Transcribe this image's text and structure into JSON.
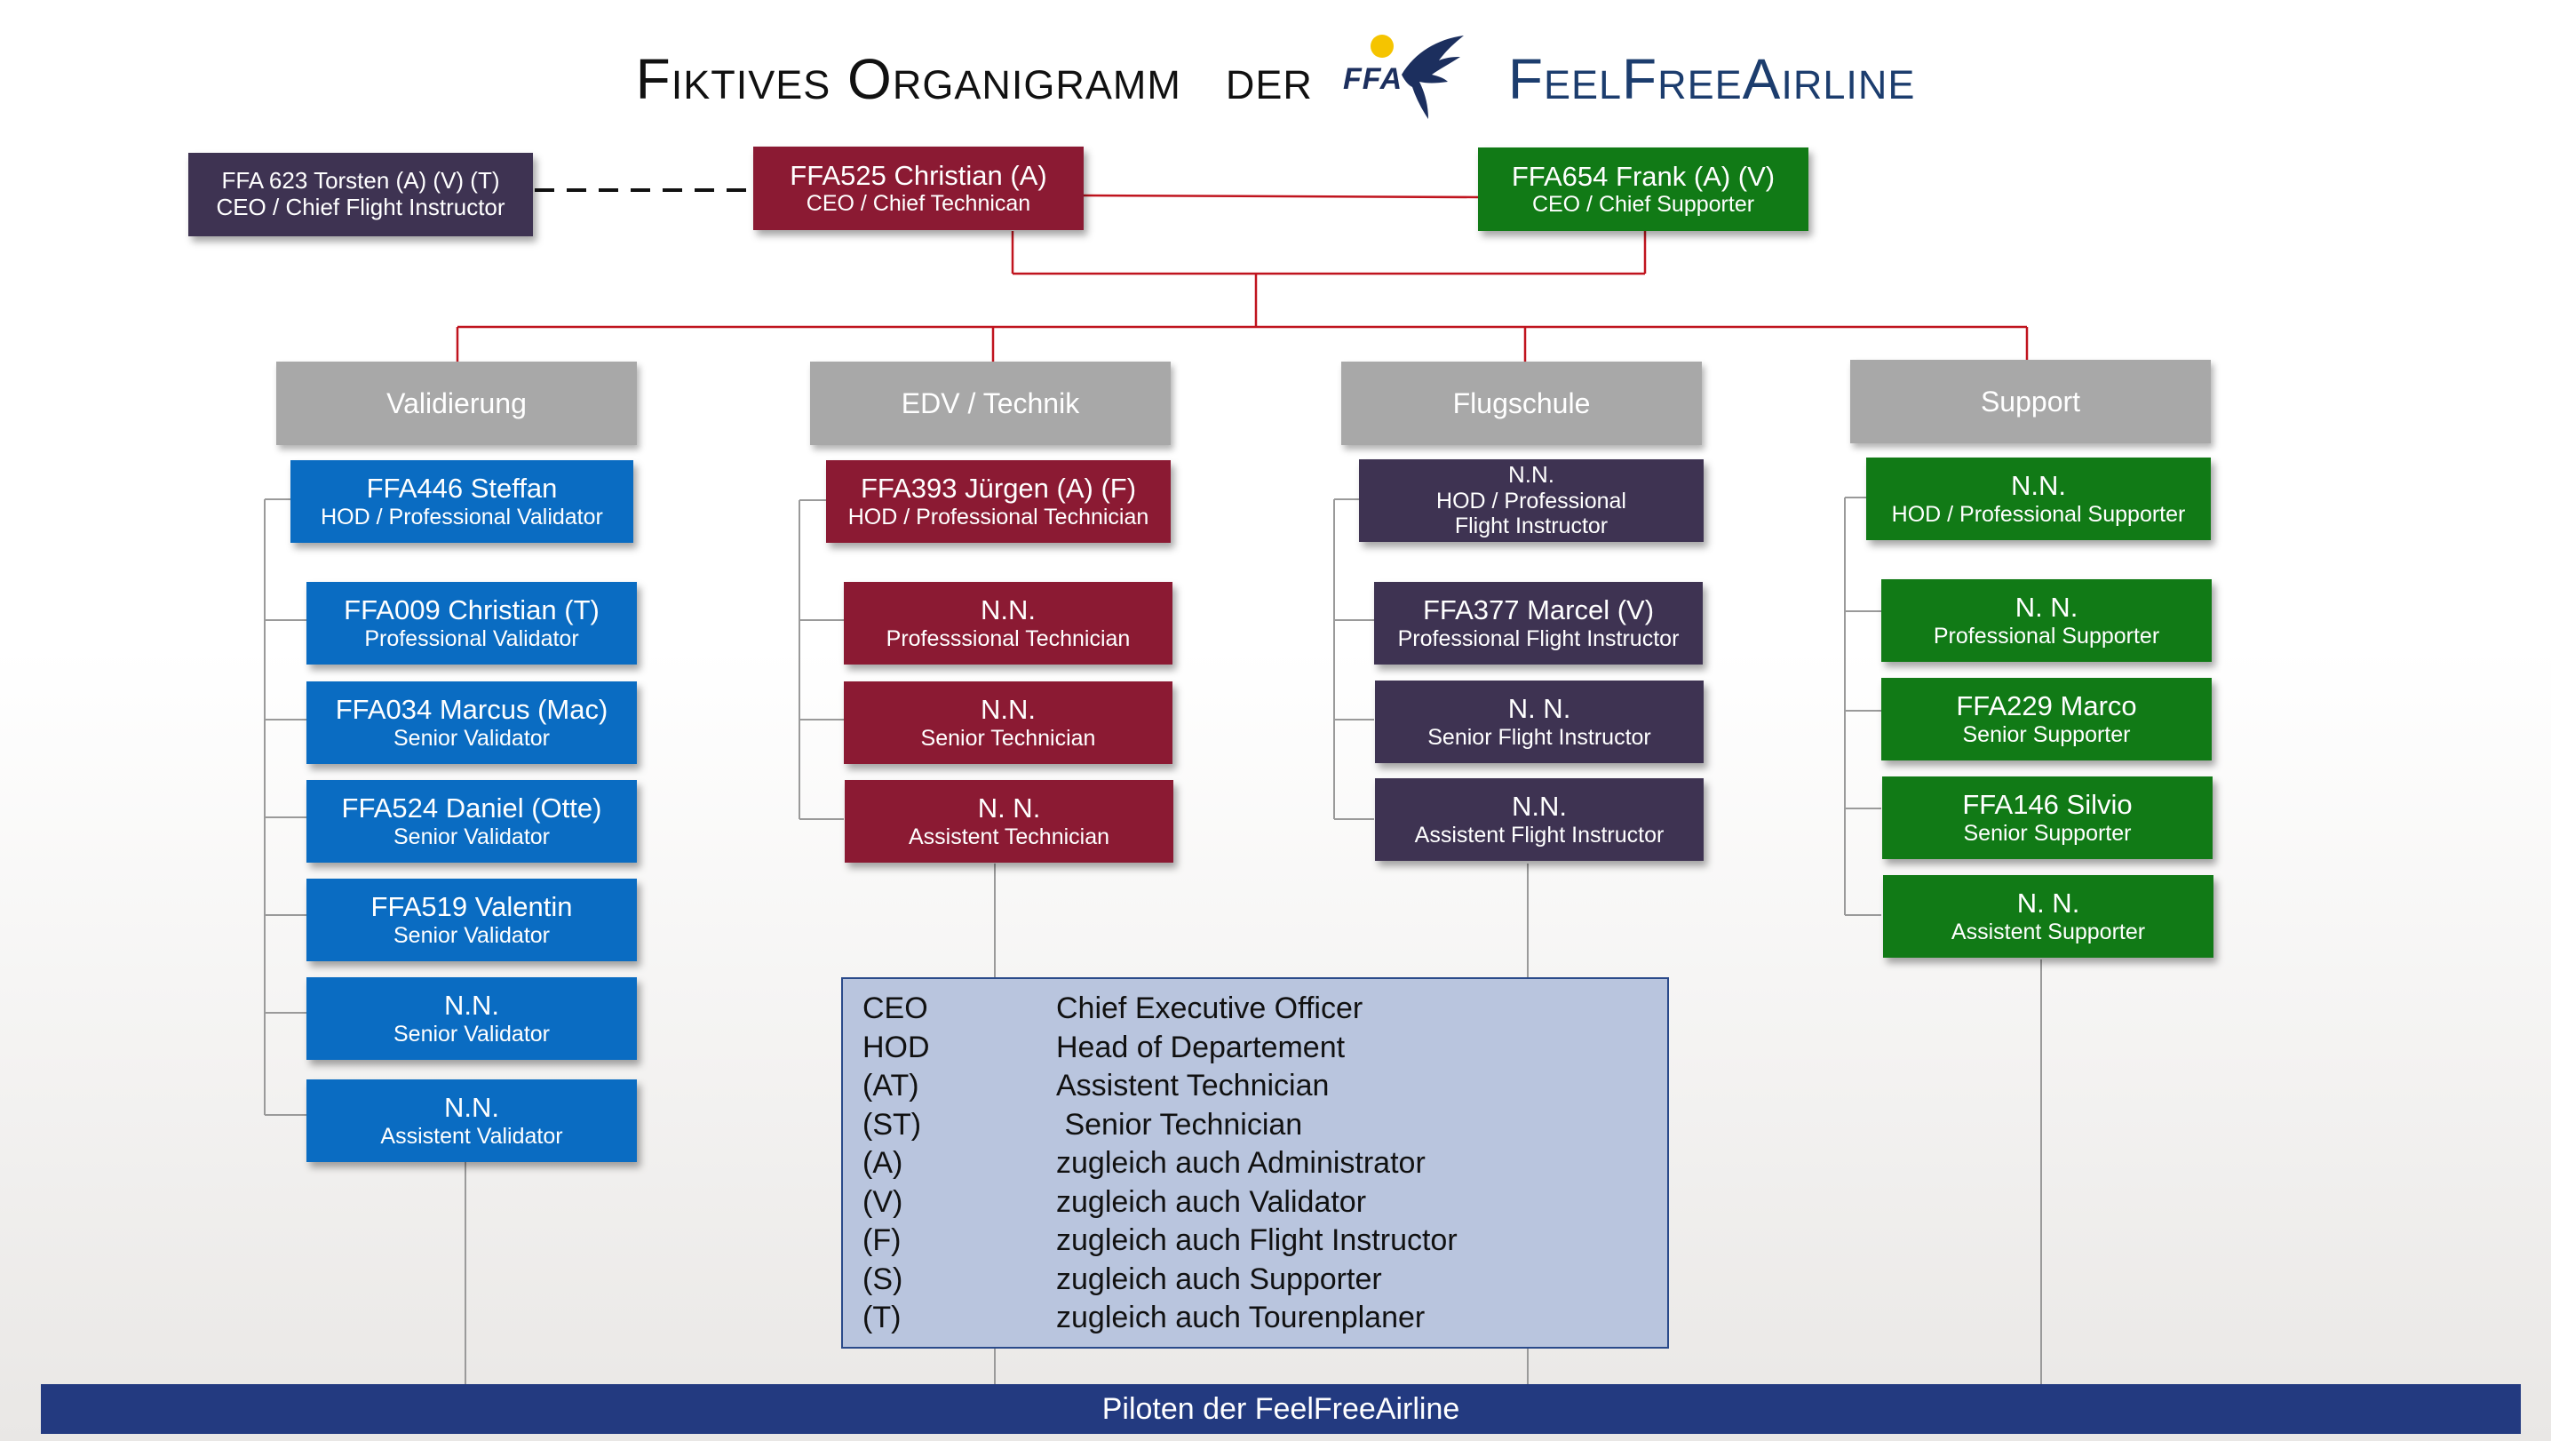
{
  "title": {
    "part1": "Fiktives Organigramm",
    "part2": "der",
    "logo_text": "FFA",
    "part3": "FeelFreeAirline"
  },
  "top": {
    "torsten": {
      "name": "FFA 623 Torsten (A) (V) (T)",
      "role": "CEO / Chief Flight Instructor"
    },
    "christian": {
      "name": "FFA525 Christian (A)",
      "role": "CEO / Chief Technican"
    },
    "frank": {
      "name": "FFA654 Frank (A) (V)",
      "role": "CEO / Chief Supporter"
    }
  },
  "departments": {
    "validierung": {
      "header": "Validierung",
      "members": [
        {
          "name": "FFA446 Steffan",
          "role": "HOD / Professional Validator"
        },
        {
          "name": "FFA009 Christian (T)",
          "role": "Professional Validator"
        },
        {
          "name": "FFA034 Marcus (Mac)",
          "role": "Senior Validator"
        },
        {
          "name": "FFA524 Daniel (Otte)",
          "role": "Senior Validator"
        },
        {
          "name": "FFA519 Valentin",
          "role": "Senior Validator"
        },
        {
          "name": "N.N.",
          "role": "Senior Validator"
        },
        {
          "name": "N.N.",
          "role": "Assistent Validator"
        }
      ]
    },
    "edv": {
      "header": "EDV / Technik",
      "members": [
        {
          "name": "FFA393 Jürgen (A) (F)",
          "role": "HOD / Professional Technician"
        },
        {
          "name": "N.N.",
          "role": "Professsional Technician"
        },
        {
          "name": "N.N.",
          "role": "Senior Technician"
        },
        {
          "name": "N. N.",
          "role": "Assistent Technician"
        }
      ]
    },
    "flugschule": {
      "header": "Flugschule",
      "members": [
        {
          "name": "N.N.",
          "role": "HOD / Professional Flight Instructor"
        },
        {
          "name": "FFA377 Marcel (V)",
          "role": "Professional Flight Instructor"
        },
        {
          "name": "N. N.",
          "role": "Senior Flight Instructor"
        },
        {
          "name": "N.N.",
          "role": "Assistent Flight Instructor"
        }
      ]
    },
    "support": {
      "header": "Support",
      "members": [
        {
          "name": "N.N.",
          "role": "HOD / Professional Supporter"
        },
        {
          "name": "N. N.",
          "role": "Professional Supporter"
        },
        {
          "name": "FFA229 Marco",
          "role": "Senior Supporter"
        },
        {
          "name": "FFA146 Silvio",
          "role": "Senior Supporter"
        },
        {
          "name": "N. N.",
          "role": "Assistent Supporter"
        }
      ]
    }
  },
  "legend": [
    {
      "abbr": "CEO",
      "text": "Chief Executive Officer"
    },
    {
      "abbr": "HOD",
      "text": "Head of Departement"
    },
    {
      "abbr": "(AT)",
      "text": "Assistent Technician"
    },
    {
      "abbr": "(ST)",
      "text": " Senior Technician"
    },
    {
      "abbr": "(A)",
      "text": "zugleich auch Administrator"
    },
    {
      "abbr": "(V)",
      "text": "zugleich auch Validator"
    },
    {
      "abbr": "(F)",
      "text": "zugleich auch Flight Instructor"
    },
    {
      "abbr": "(S)",
      "text": "zugleich auch Supporter"
    },
    {
      "abbr": "(T)",
      "text": "zugleich auch Tourenplaner"
    }
  ],
  "footer": "Piloten der FeelFreeAirline",
  "colors": {
    "validierung": "#0a6cc2",
    "edv": "#8b1a33",
    "flugschule": "#3e3352",
    "support": "#117a16",
    "connector": "#c0141e",
    "footer": "#233a80",
    "legend_bg": "#b9c5de"
  }
}
